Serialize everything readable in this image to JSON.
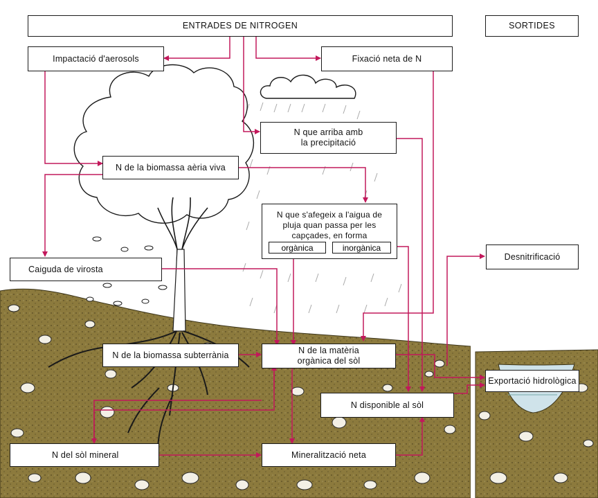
{
  "headers": {
    "inputs": "ENTRADES DE NITROGEN",
    "outputs": "SORTIDES"
  },
  "nodes": {
    "aerosol_impaction": "Impactació d'aerosols",
    "net_fixation": "Fixació neta de N",
    "precipitation_n_line1": "N que arriba amb",
    "precipitation_n_line2": "la precipitació",
    "aerial_biomass": "N de la biomassa aèria viva",
    "throughfall_line1": "N que s'afegeix a l'aigua de",
    "throughfall_line2": "pluja quan passa per les",
    "throughfall_line3": "capçades, en forma",
    "throughfall_organic": "orgànica",
    "throughfall_inorganic": "inorgànica",
    "litterfall": "Caiguda de virosta",
    "denitrification": "Desnitrificació",
    "underground_biomass": "N de la biomassa subterrània",
    "soil_organic_line1": "N de la matèria",
    "soil_organic_line2": "orgànica del sòl",
    "hydrological_export": "Exportació hidrològica",
    "available_n": "N disponible al sòl",
    "mineral_soil": "N del sòl mineral",
    "net_mineralization": "Mineralització neta"
  },
  "colors": {
    "arrow": "#c2185b",
    "soil": "#8c7a3d",
    "soil_dark": "#6e6030",
    "rain": "#a9a9a9",
    "water": "#cfe3ea"
  }
}
